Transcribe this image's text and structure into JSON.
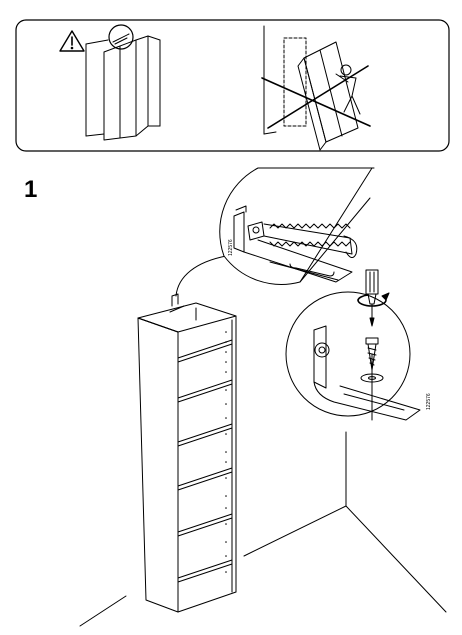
{
  "step": {
    "number": "1"
  },
  "warning_panel": {
    "warning_icon": "warning-triangle-icon",
    "correct_scene": "bookcase-anchored-to-wall",
    "incorrect_scene": "bookcase-tipping-over-crossed-out"
  },
  "detail_callouts": {
    "bracket_ref_top": "122576",
    "bracket_ref_bottom": "122576"
  },
  "colors": {
    "line": "#000000",
    "background": "#ffffff"
  }
}
